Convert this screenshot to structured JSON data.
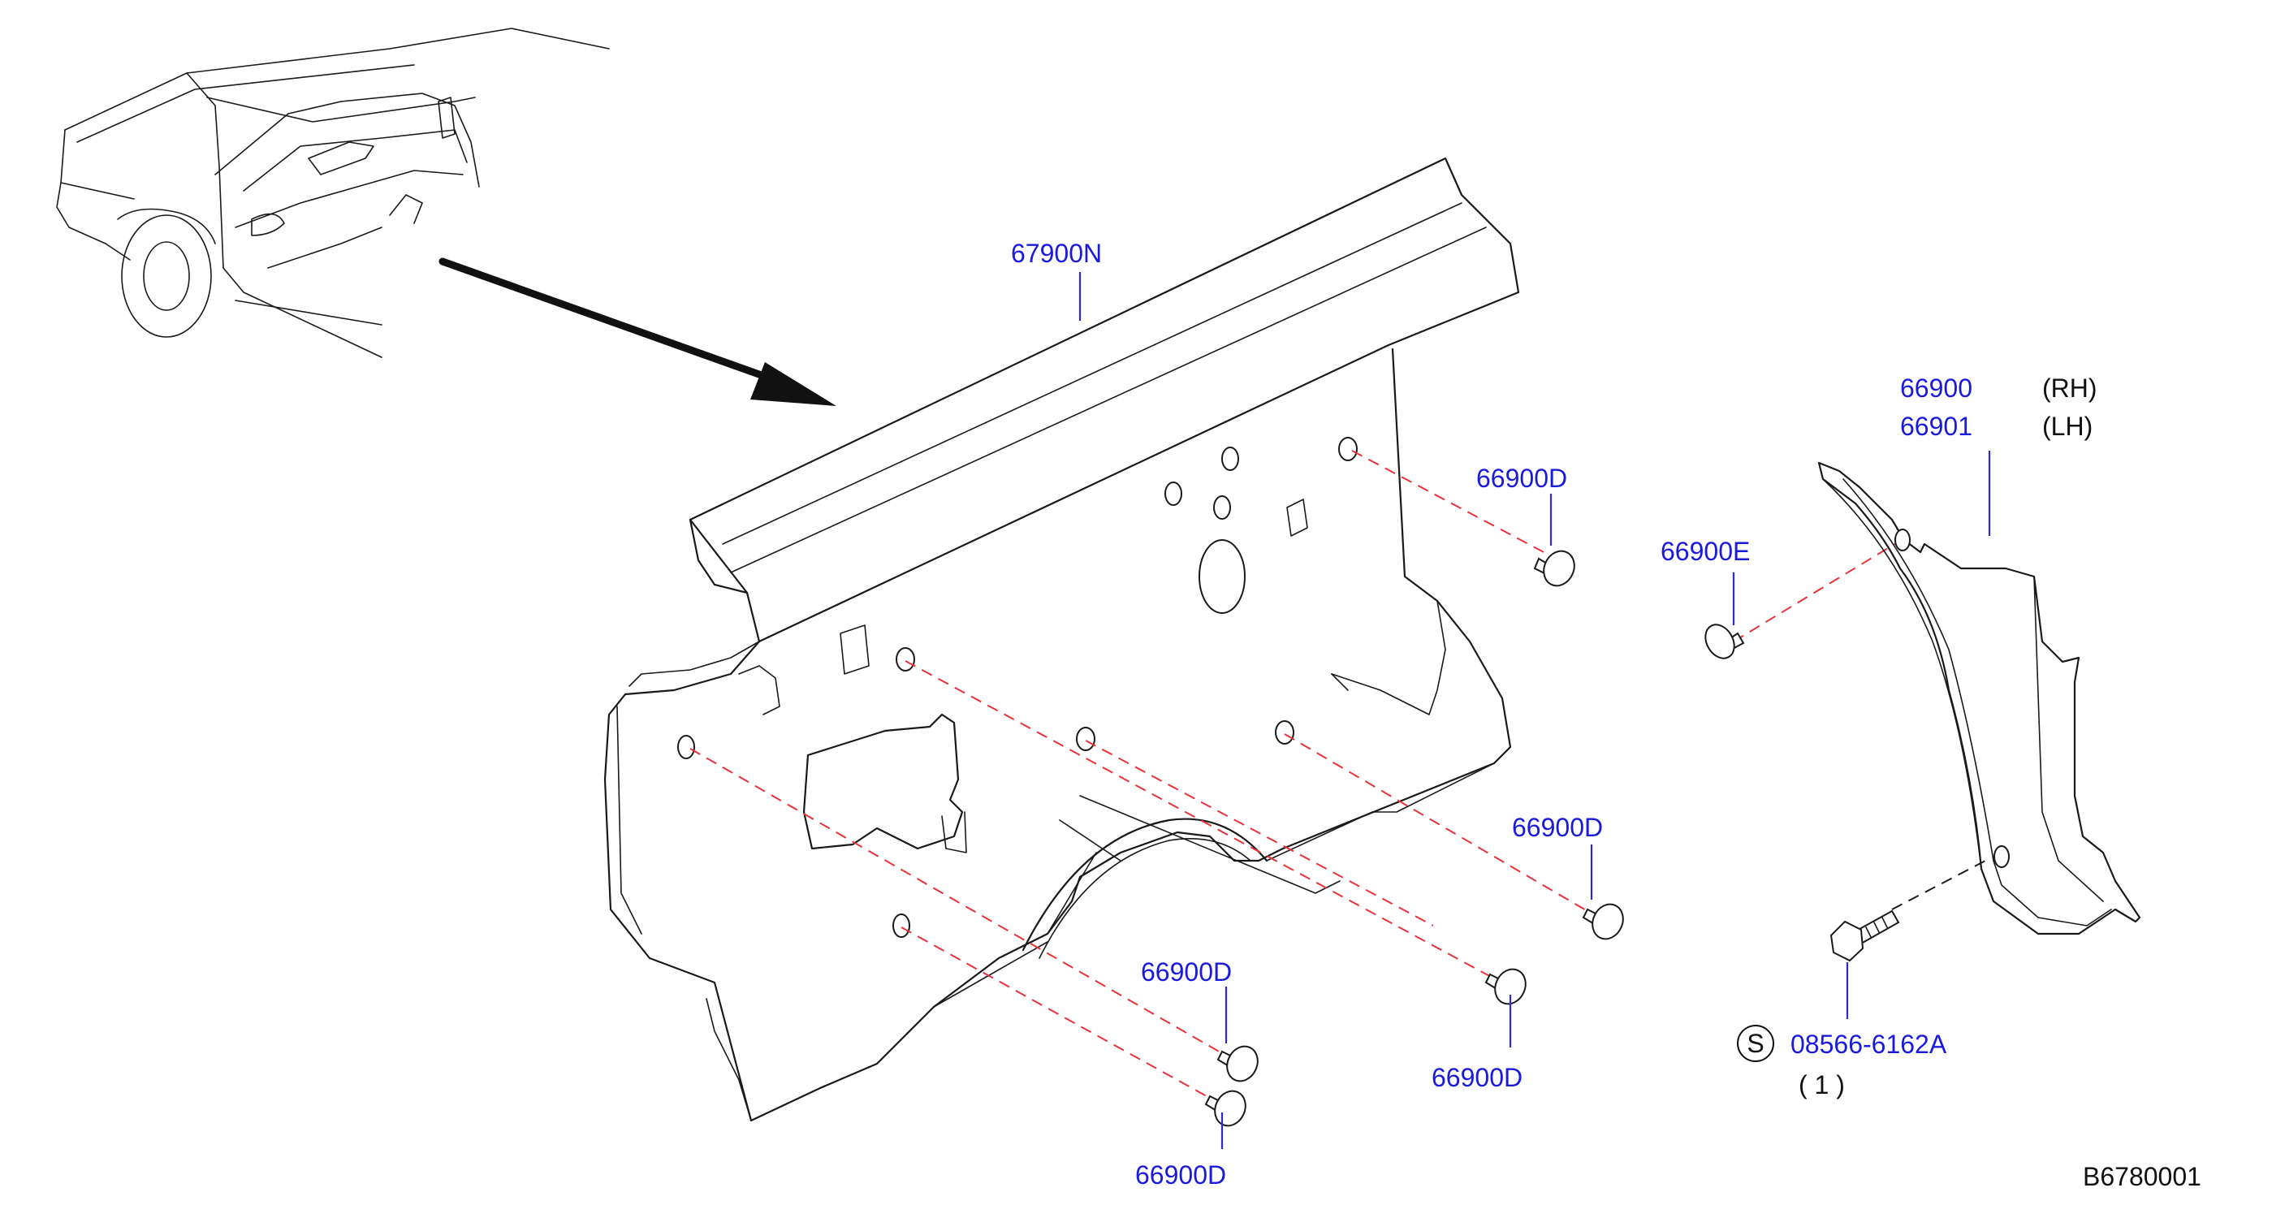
{
  "diagram": {
    "parts": {
      "panel_main": {
        "number": "67900N"
      },
      "trim_side": {
        "number_rh": "66900",
        "side_rh": "(RH)",
        "number_lh": "66901",
        "side_lh": "(LH)"
      },
      "clip_e": {
        "number": "66900E"
      },
      "clip_d1": {
        "number": "66900D"
      },
      "clip_d2": {
        "number": "66900D"
      },
      "clip_d3": {
        "number": "66900D"
      },
      "clip_d4": {
        "number": "66900D"
      },
      "clip_d5": {
        "number": "66900D"
      },
      "screw": {
        "symbol": "S",
        "number": "08566-6162A",
        "quantity": "( 1 )"
      }
    },
    "reference_code": "B6780001",
    "colors": {
      "part_number": "#1a1adc",
      "hidden_line": "#e8323a",
      "outline": "#1a1a1a"
    }
  }
}
